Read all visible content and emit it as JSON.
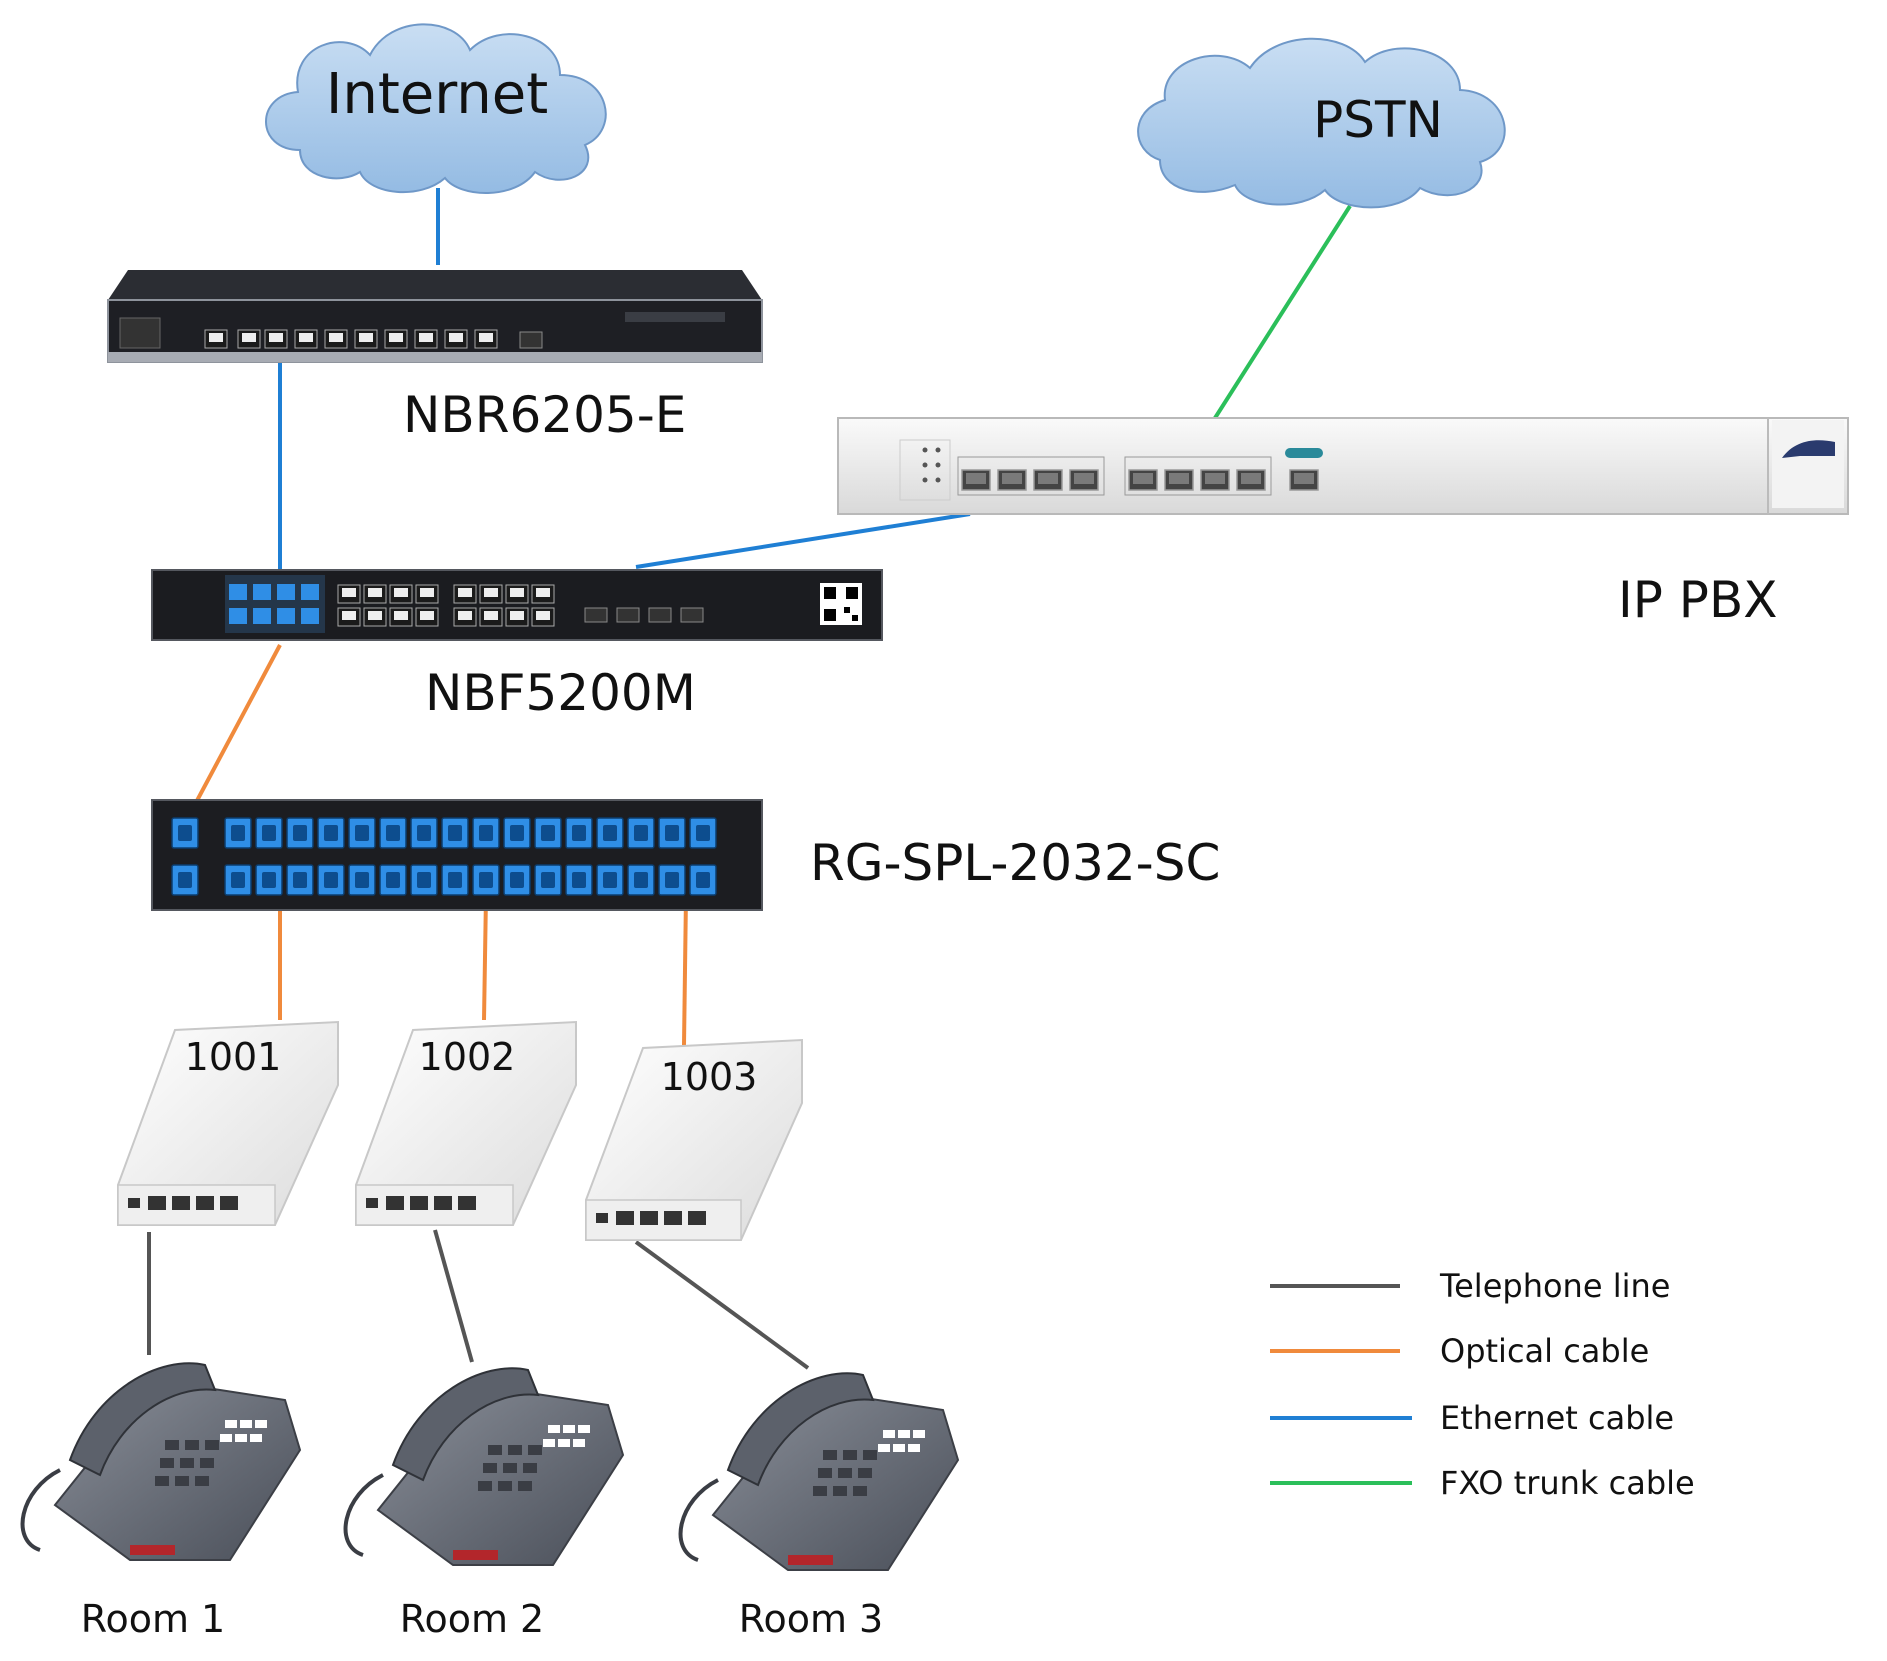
{
  "clouds": {
    "internet": "Internet",
    "pstn": "PSTN"
  },
  "devices": {
    "router": "NBR6205-E",
    "ippbx": "IP PBX",
    "switch": "NBF5200M",
    "splitter": "RG-SPL-2032-SC"
  },
  "onus": [
    {
      "ext": "1001"
    },
    {
      "ext": "1002"
    },
    {
      "ext": "1003"
    }
  ],
  "rooms": [
    "Room 1",
    "Room 2",
    "Room 3"
  ],
  "legend": [
    {
      "label": "Telephone line",
      "color": "#555555"
    },
    {
      "label": "Optical cable",
      "color": "#f08a3c"
    },
    {
      "label": "Ethernet cable",
      "color": "#1f7fd4"
    },
    {
      "label": "FXO trunk cable",
      "color": "#2bbf5a"
    }
  ],
  "colors": {
    "cloud_fill": "#a9cbec",
    "cloud_stroke": "#6f98c8",
    "ethernet": "#1f7fd4",
    "optical": "#f08a3c",
    "fxo": "#2bbf5a",
    "telephone": "#555555",
    "fiber_port": "#2f8ee6"
  }
}
